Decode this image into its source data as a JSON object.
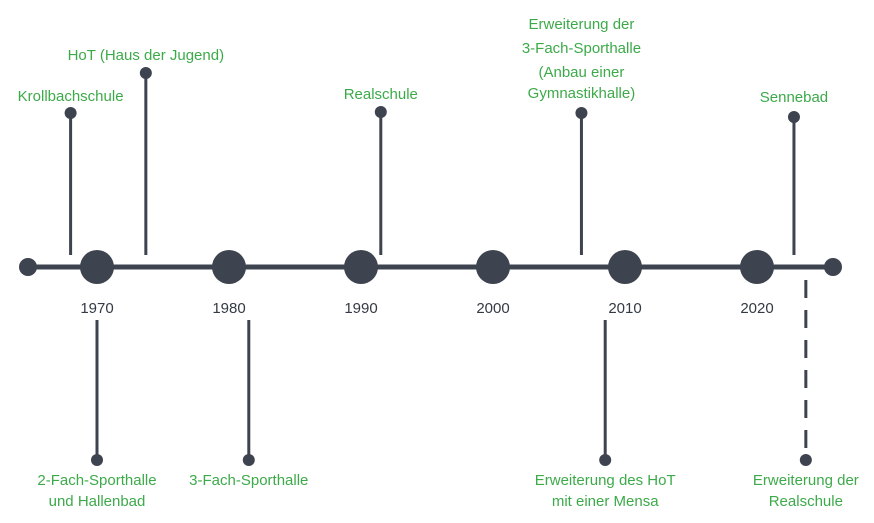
{
  "colors": {
    "line": "#3e4350",
    "event_text": "#3daa4a",
    "year_text": "#333a45",
    "background": "#ffffff"
  },
  "years": [
    "1970",
    "1980",
    "1990",
    "2000",
    "2010",
    "2020"
  ],
  "events_above": [
    {
      "id": "krollbachschule",
      "year": 1968.0,
      "lines": [
        "Krollbachschule"
      ]
    },
    {
      "id": "hot-haus-der-jugend",
      "year": 1973.7,
      "lines": [
        "HoT (Haus der Jugend)"
      ]
    },
    {
      "id": "realschule",
      "year": 1991.5,
      "lines": [
        "Realschule"
      ]
    },
    {
      "id": "erweiterung-3-fach-sporthalle",
      "year": 2006.7,
      "lines": [
        "Erweiterung der",
        "3-Fach-Sporthalle",
        "(Anbau einer",
        "Gymnastikhalle)"
      ]
    },
    {
      "id": "sennebad",
      "year": 2022.8,
      "lines": [
        "Sennebad"
      ]
    }
  ],
  "events_below": [
    {
      "id": "2-fach-sporthalle-hallenbad",
      "year": 1970.0,
      "lines": [
        "2-Fach-Sporthalle",
        "und Hallenbad"
      ],
      "planned": false
    },
    {
      "id": "3-fach-sporthalle",
      "year": 1981.5,
      "lines": [
        "3-Fach-Sporthalle"
      ],
      "planned": false
    },
    {
      "id": "erweiterung-hot-mensa",
      "year": 2008.5,
      "lines": [
        "Erweiterung des HoT",
        "mit einer Mensa"
      ],
      "planned": false
    },
    {
      "id": "erweiterung-realschule",
      "year": 2023.7,
      "lines": [
        "Erweiterung der",
        "Realschule"
      ],
      "planned": true
    }
  ]
}
